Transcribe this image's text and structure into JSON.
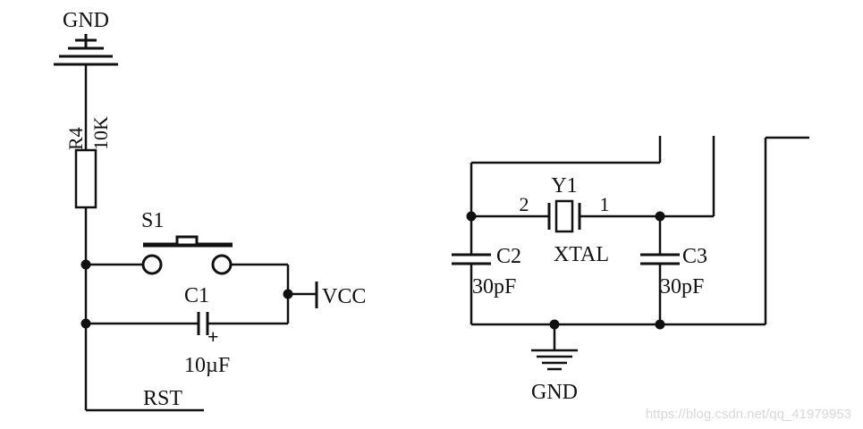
{
  "reset_circuit": {
    "gnd_label": "GND",
    "r4": {
      "ref": "R4",
      "value": "10K"
    },
    "s1": {
      "ref": "S1"
    },
    "c1": {
      "ref": "C1",
      "value": "10µF",
      "polarity": "+"
    },
    "vcc_label": "VCC",
    "rst_label": "RST"
  },
  "clock_circuit": {
    "y1": {
      "ref": "Y1",
      "value": "XTAL",
      "pin_left": "2",
      "pin_right": "1"
    },
    "c2": {
      "ref": "C2",
      "value": "30pF"
    },
    "c3": {
      "ref": "C3",
      "value": "30pF"
    },
    "gnd_label": "GND"
  },
  "watermark": "https://blog.csdn.net/qq_41979953",
  "colors": {
    "ink": "#111111",
    "background": "#ffffff",
    "watermark": "#d8d8d8"
  }
}
